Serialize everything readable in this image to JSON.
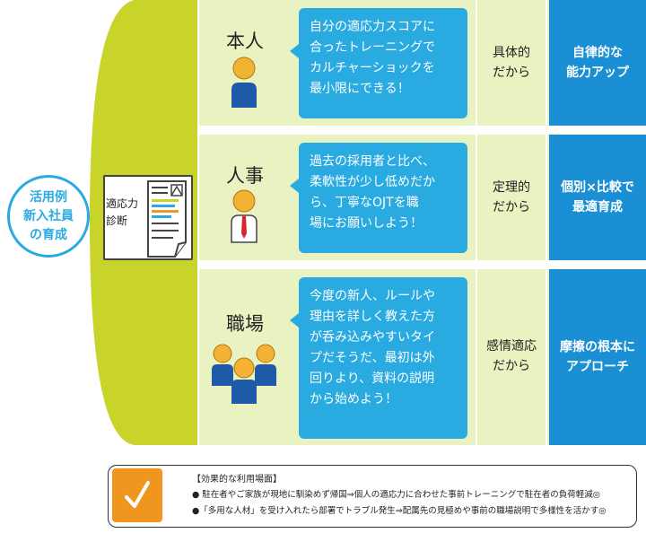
{
  "left": {
    "usage_label": "活用例\n新入社員\nの育成",
    "diagnosis_label": "適応力\n診断"
  },
  "rows": [
    {
      "title": "本人",
      "bubble": "自分の適応力スコアに\n合ったトレーニングで\nカルチャーショックを\n最小限にできる！",
      "reason": "具体的\nだから",
      "result": "自律的な\n能力アップ"
    },
    {
      "title": "人事",
      "bubble": "過去の採用者と比べ、\n柔軟性が少し低めだか\nら、丁寧なOJTを職\n場にお願いしよう！",
      "reason": "定理的\nだから",
      "result": "個別×比較で\n最適育成"
    },
    {
      "title": "職場",
      "bubble": "今度の新人、ルールや\n理由を詳しく教えた方\nが呑み込みやすいタイ\nプだそうだ、最初は外\n回りより、資料の説明\nから始めよう！",
      "reason": "感情適応\nだから",
      "result": "摩擦の根本に\nアプローチ"
    }
  ],
  "note": {
    "title": "【効果的な利用場面】",
    "lines": [
      "● 駐在者やご家族が現地に馴染めず帰国⇒個人の適応力に合わせた事前トレーニングで駐在者の負荷軽減◎",
      "●「多用な人材」を受け入れたら部署でトラブル発生⇒配属先の見極めや事前の職場説明で多様性を活かす◎"
    ]
  },
  "colors": {
    "accent_blue": "#29aae1",
    "result_blue": "#1a8fd4",
    "lime": "#c8d42a",
    "row_bg": "#e9f3c2",
    "orange": "#f0961e"
  },
  "icons": [
    "person-icon",
    "person-tie-icon",
    "group-icon",
    "document-icon",
    "check-icon"
  ]
}
